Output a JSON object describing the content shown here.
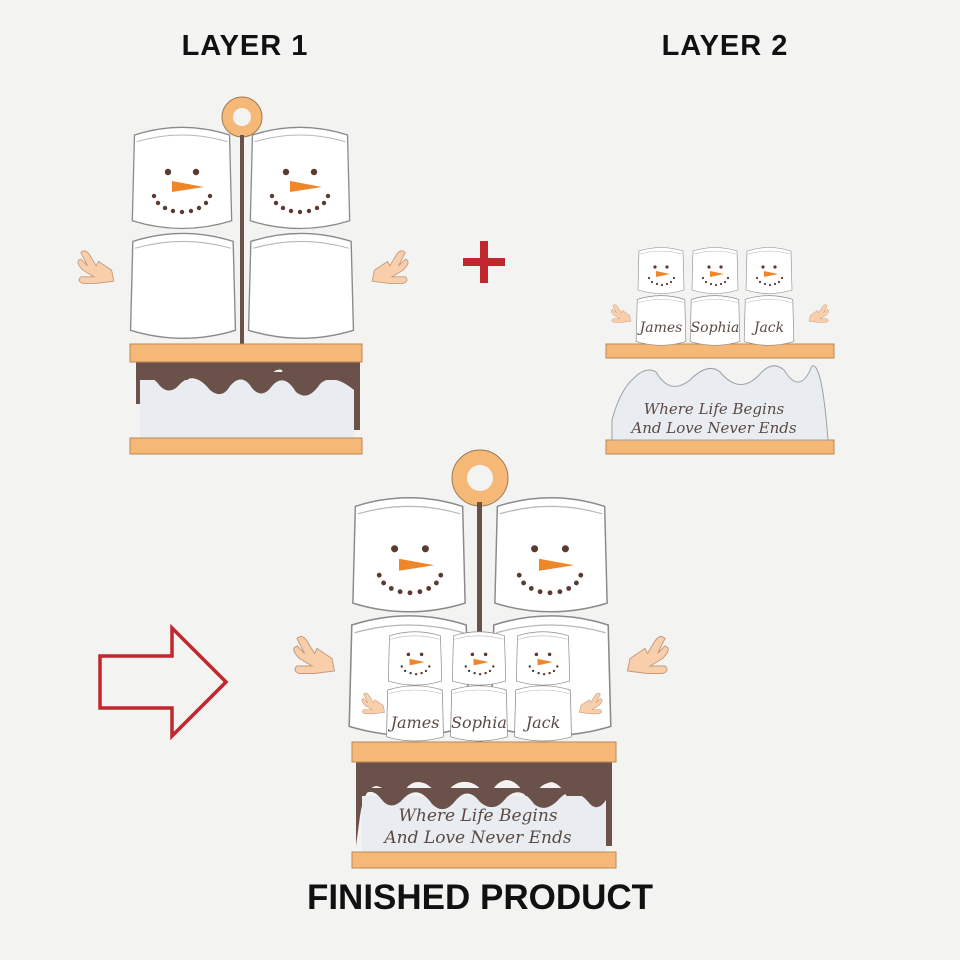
{
  "headings": {
    "layer1": "LAYER 1",
    "layer2": "LAYER 2",
    "finished": "FINISHED PRODUCT"
  },
  "ornament": {
    "names": [
      "James",
      "Sophia",
      "Jack"
    ],
    "message_line1": "Where Life Begins",
    "message_line2": "And Love Never Ends"
  },
  "icons": {
    "plus": "plus-icon",
    "arrow": "right-arrow-icon"
  },
  "colors": {
    "wood": "#f5b877",
    "chocolate": "#6a5149",
    "carrot": "#f0862a",
    "marshmallow": "#ffffff",
    "plus": "#c2262e",
    "arrow_outline": "#c2262e"
  }
}
